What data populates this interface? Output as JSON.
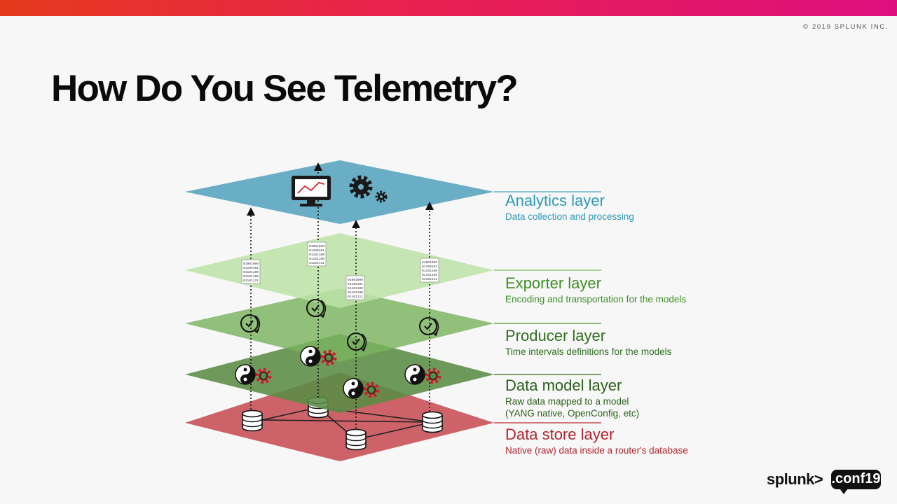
{
  "header": {
    "copyright": "© 2019 SPLUNK INC.",
    "title": "How Do You See Telemetry?"
  },
  "layers": [
    {
      "name": "Analytics layer",
      "desc": [
        "Data collection and processing"
      ],
      "color": "#2e9ab9",
      "fill": "#6aaec6"
    },
    {
      "name": "Exporter layer",
      "desc": [
        "Encoding and transportation for the models"
      ],
      "color": "#3e8f27",
      "fill": "#bde3a6"
    },
    {
      "name": "Producer layer",
      "desc": [
        "Time intervals definitions for the models"
      ],
      "color": "#2f6f1f",
      "fill": "#7ab35f"
    },
    {
      "name": "Data model layer",
      "desc": [
        "Raw data mapped to a model",
        "(YANG native, OpenConfig, etc)"
      ],
      "color": "#2a5f1a",
      "fill": "#5a8d45"
    },
    {
      "name": "Data store layer",
      "desc": [
        "Native (raw) data inside a router's database"
      ],
      "color": "#b3232e",
      "fill": "#c9565b"
    }
  ],
  "binary_text": [
    "01001000",
    "01100101",
    "01101100",
    "01101100",
    "01101111"
  ],
  "icons": [
    "monitor-chart-icon",
    "gears-icon",
    "binary-document-icon",
    "clock-icon",
    "yin-yang-icon",
    "red-gear-icon",
    "database-icon"
  ],
  "footer": {
    "brand": "splunk>",
    "conf": ".conf19"
  }
}
